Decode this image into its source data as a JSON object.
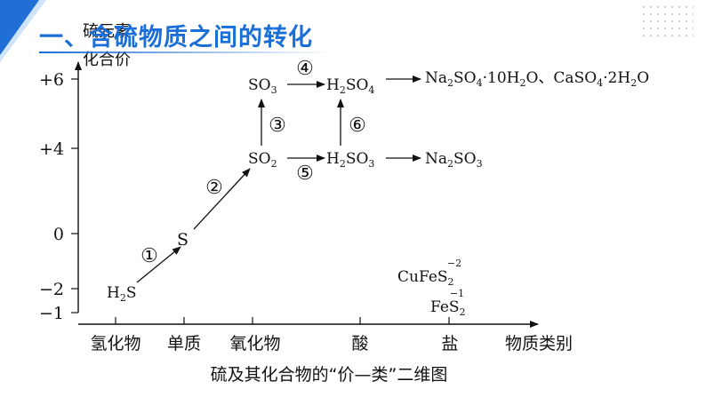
{
  "header": {
    "section_title": "一、含硫物质之间的转化",
    "accent_color": "#1a6ed8"
  },
  "axes": {
    "y_title_line1": "硫元素",
    "y_title_line2": "化合价",
    "y_ticks": [
      "+6",
      "+4",
      "0",
      "−2",
      "−1"
    ],
    "x_categories": [
      "氢化物",
      "单质",
      "氧化物",
      "酸",
      "盐"
    ],
    "x_title": "物质类别"
  },
  "nodes": {
    "h2s": {
      "base": "H",
      "sub": "2",
      "tail": "S"
    },
    "s": "S",
    "so2": {
      "base": "SO",
      "sub": "2"
    },
    "so3": {
      "base": "SO",
      "sub": "3"
    },
    "h2so3": {
      "p1": "H",
      "s1": "2",
      "p2": "SO",
      "s2": "3"
    },
    "h2so4": {
      "p1": "H",
      "s1": "2",
      "p2": "SO",
      "s2": "4"
    },
    "na2so3": {
      "p1": "Na",
      "s1": "2",
      "p2": "SO",
      "s2": "3"
    },
    "sulfate_salts": {
      "p1": "Na",
      "s1": "2",
      "p2": "SO",
      "s2": "4",
      "p3": "·10H",
      "s3": "2",
      "p4": "O、CaSO",
      "s4": "4",
      "p5": "·2H",
      "s5": "2",
      "p6": "O"
    },
    "cufes2": {
      "base": "CuFeS",
      "sub": "2",
      "charge": "−2"
    },
    "fes2": {
      "base": "FeS",
      "sub": "2",
      "charge": "−1"
    }
  },
  "steps": [
    "①",
    "②",
    "③",
    "④",
    "⑤",
    "⑥"
  ],
  "caption": "硫及其化合物的“价—类”二维图"
}
